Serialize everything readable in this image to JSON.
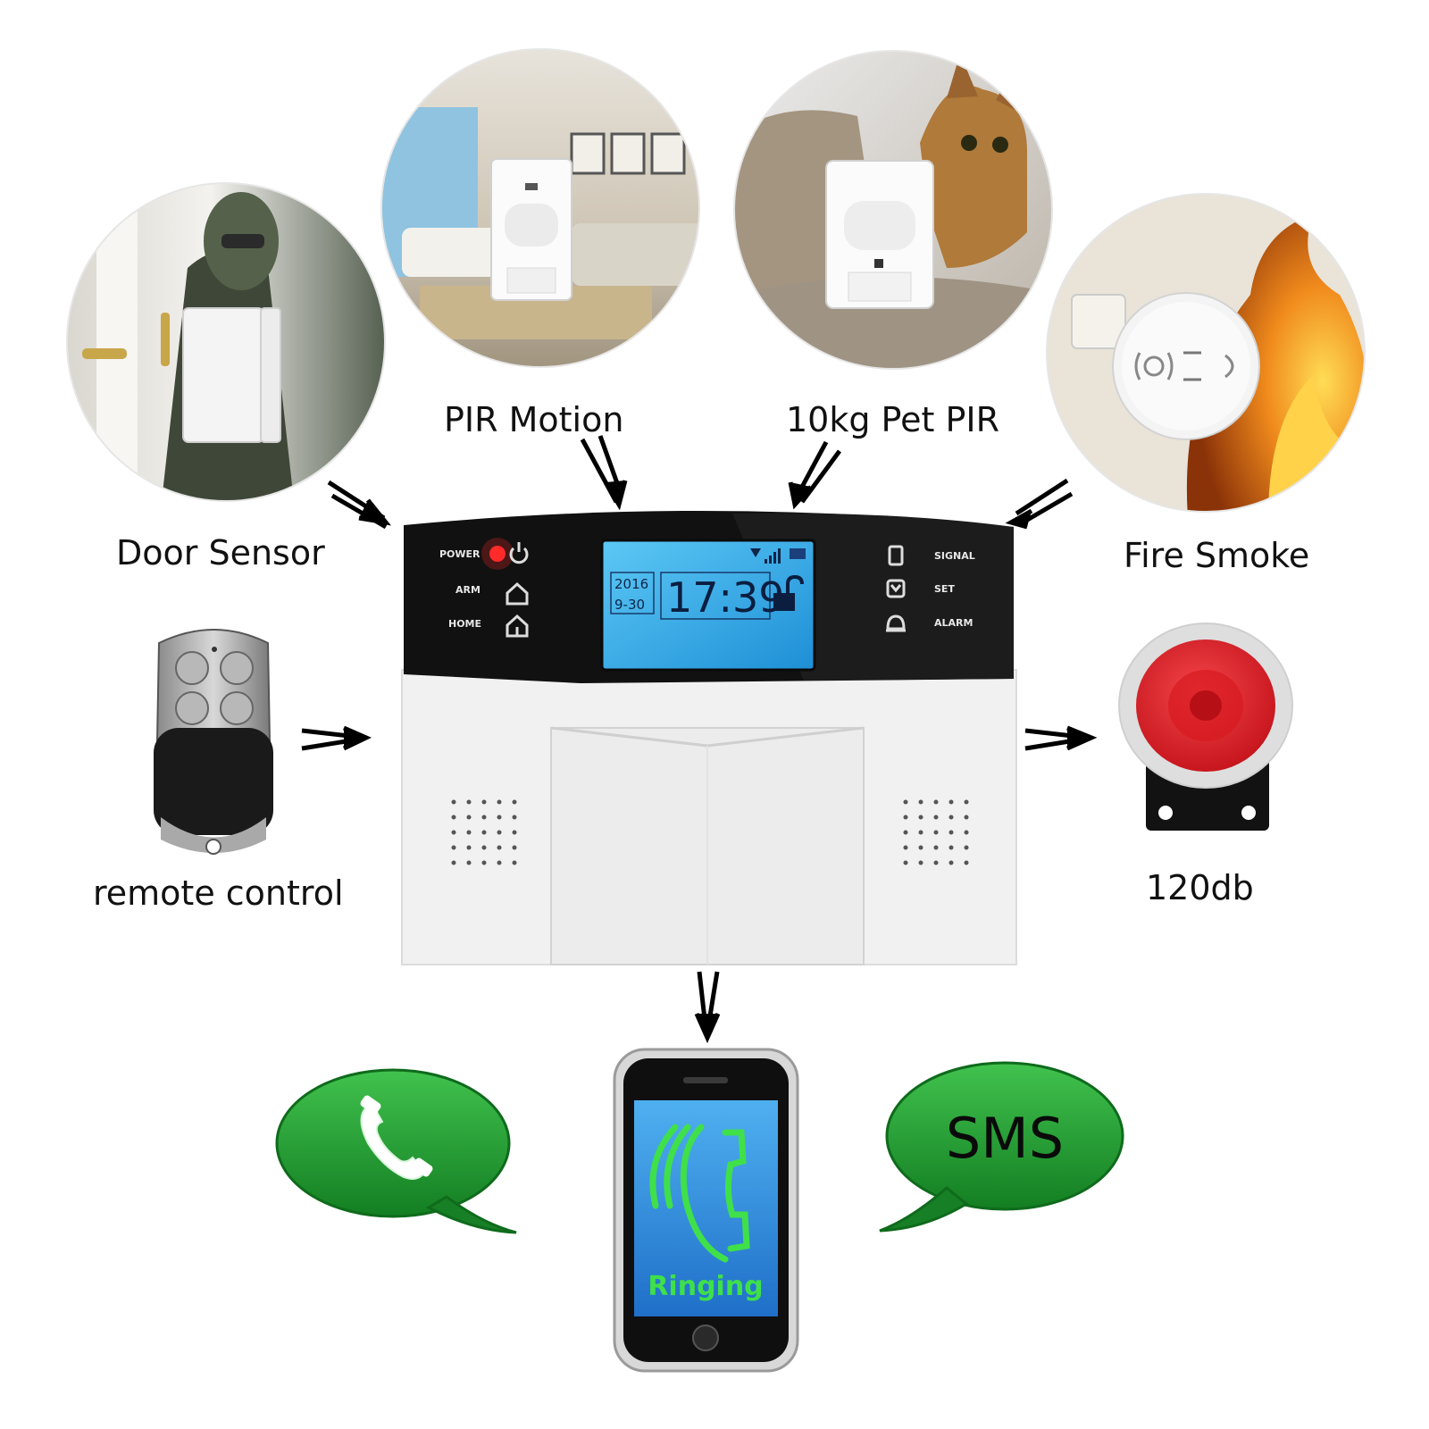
{
  "sensors": {
    "door": {
      "label": "Door Sensor"
    },
    "pir": {
      "label": "PIR Motion"
    },
    "pet": {
      "label": "10kg Pet PIR"
    },
    "smoke": {
      "label": "Fire Smoke"
    }
  },
  "remote": {
    "label": "remote control"
  },
  "siren": {
    "label": "120db"
  },
  "panel": {
    "power_label": "POWER",
    "arm_label": "ARM",
    "home_label": "HOME",
    "signal_label": "SIGNAL",
    "set_label": "SET",
    "alarm_label": "ALARM",
    "lcd_year": "2016",
    "lcd_date": "9-30",
    "lcd_time": "17:39"
  },
  "phone": {
    "screen_text": "Ringing"
  },
  "bubbles": {
    "sms_text": "SMS"
  },
  "colors": {
    "bubble_green": "#1f9a2f",
    "lcd_blue": "#38b6ee",
    "siren_red": "#e0252c",
    "panel_black": "#111111",
    "ringing_green": "#3fe04a"
  }
}
